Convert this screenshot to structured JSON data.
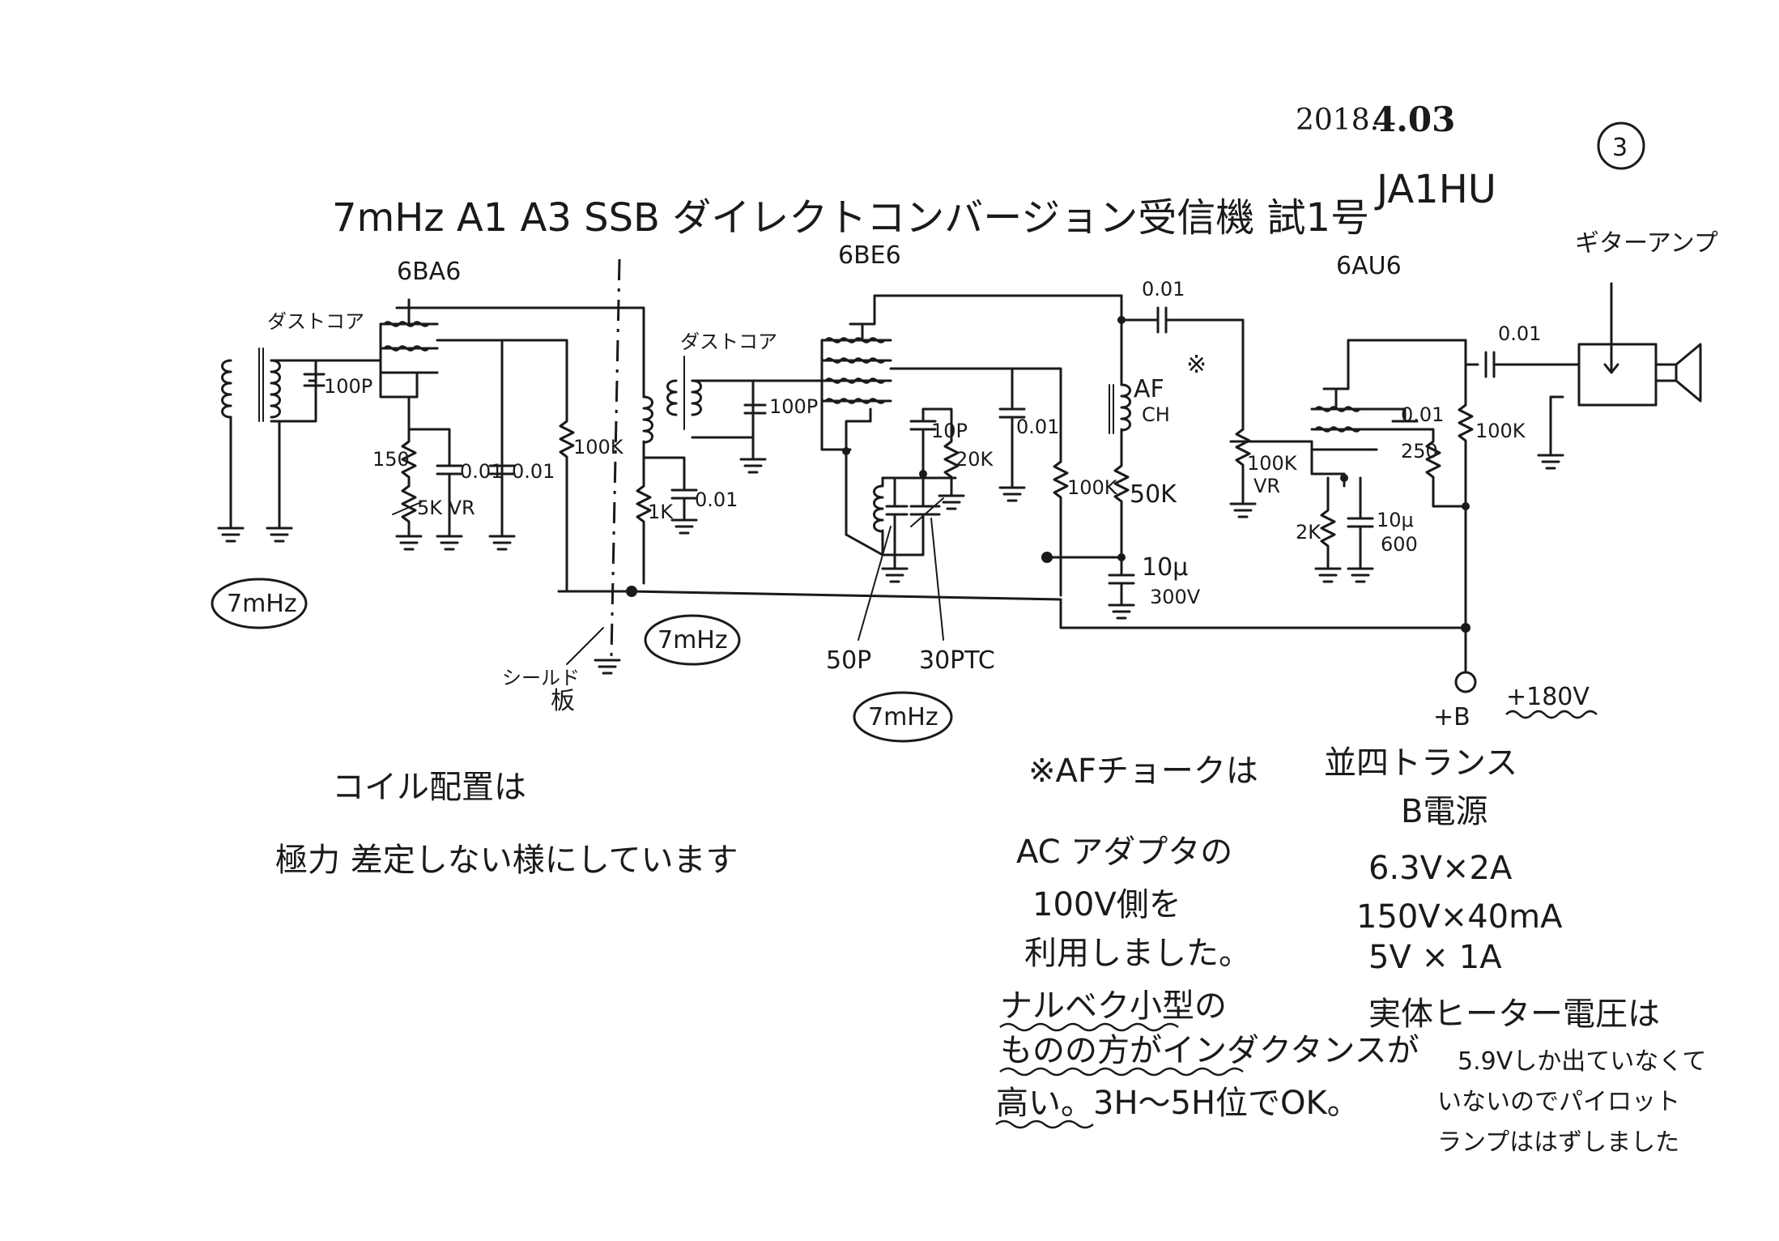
{
  "header": {
    "date_prefix": "2018.",
    "date_main": "4.03",
    "page_number": "3",
    "title": "7mHz A1 A3 SSB ダイレクトコンバージョン受信機 試1号",
    "author": "JA1HU"
  },
  "tubes": {
    "rf": "6BA6",
    "mixer": "6BE6",
    "af": "6AU6"
  },
  "labels": {
    "dust_core_1": "ダストコア",
    "dust_core_2": "ダストコア",
    "c_100p": "100P",
    "c_100p_2": "100P",
    "r_150": "150",
    "vr_5k": "5K VR",
    "c_001_a": "0.01",
    "c_001_b": "0.01",
    "r_100k_a": "100K",
    "r_1k": "1K",
    "c_001_c": "0.01",
    "c_10p": "10P",
    "r_20k": "20K",
    "c_001_d": "0.01",
    "r_100k_b": "100K",
    "c_001_top": "0.01",
    "af_choke": "AF",
    "af_choke_sub": "CH",
    "asterisk": "※",
    "r_50k": "50K",
    "c_10u_300": "10μ",
    "c_10u_300_sub": "300V",
    "vr_100k": "100K",
    "vr_100k_sub": "VR",
    "c_001_e": "0.01",
    "r_250": "250",
    "c_001_out": "0.01",
    "r_100k_c": "100K",
    "r_2k": "2K",
    "c_10u_600": "10μ",
    "c_10u_600_sub": "600",
    "guitar_amp": "ギターアンプ",
    "band_a": "7mHz",
    "band_b": "7mHz",
    "band_c": "7mHz",
    "shield": "シールド",
    "shield_sub": "板",
    "c_50p": "50P",
    "c_30ptc": "30PTC",
    "b_plus": "+B",
    "b_voltage": "+180V"
  },
  "notes": {
    "coil_1": "コイル配置は",
    "coil_2": "極力 差定しない様にしています",
    "af_1": "※AFチョークは",
    "af_2": "AC アダプタの",
    "af_3": "100V側を",
    "af_4": "利用しました。",
    "af_5": "ナルベク小型の",
    "af_6": "ものの方がインダクタンスが",
    "af_7": "高い。3H〜5H位でOK。",
    "tr_1": "並四トランス",
    "tr_2": "B電源",
    "tr_3": "6.3V×2A",
    "tr_4": "150V×40mA",
    "tr_5": "5V × 1A",
    "tr_6": "実体ヒーター電圧は",
    "tr_7": "5.9Vしか出ていなくて",
    "tr_8": "いないのでパイロット",
    "tr_9": "ランプははずしました"
  },
  "colors": {
    "ink": "#1a1a1a",
    "paper": "#ffffff"
  }
}
